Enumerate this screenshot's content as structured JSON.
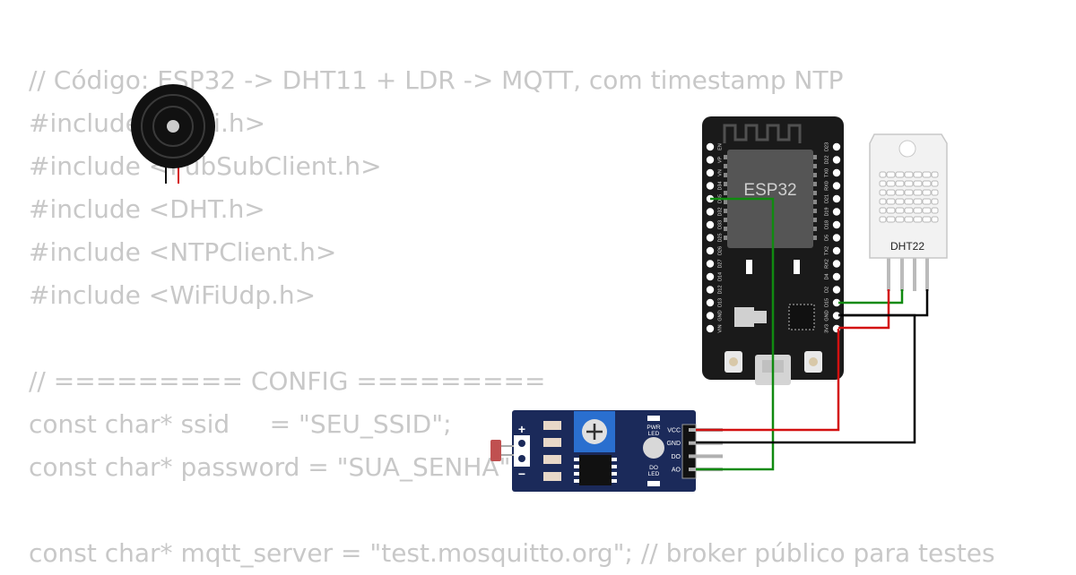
{
  "code_lines": [
    "// Código: ESP32 -> DHT11 + LDR -> MQTT, com timestamp NTP",
    "#include <WiFi.h>",
    "#include <PubSubClient.h>",
    "#include <DHT.h>",
    "#include <NTPClient.h>",
    "#include <WiFiUdp.h>",
    "",
    "// ========= CONFIG =========",
    "const char* ssid     = \"SEU_SSID\";",
    "const char* password = \"SUA_SENHA\";",
    "",
    "const char* mqtt_server = \"test.mosquitto.org\"; // broker público para testes"
  ],
  "esp32": {
    "label": "ESP32",
    "left_pins": [
      "EN",
      "VP",
      "VN",
      "D34",
      "D35",
      "D32",
      "D33",
      "D25",
      "D26",
      "D27",
      "D14",
      "D12",
      "D13",
      "GND",
      "VIN"
    ],
    "right_pins": [
      "D23",
      "D22",
      "TX0",
      "RX0",
      "D21",
      "D19",
      "D18",
      "D5",
      "TX2",
      "RX2",
      "D4",
      "D2",
      "D15",
      "GND",
      "3V3"
    ]
  },
  "dht": {
    "label": "DHT22"
  },
  "ldr": {
    "pins": [
      "VCC",
      "GND",
      "DO",
      "AO"
    ],
    "pwr_led": [
      "PWR",
      "LED"
    ],
    "do_led": [
      "DO",
      "LED"
    ],
    "plus": "+",
    "minus": "−"
  },
  "colors": {
    "board": "#1a1a1a",
    "chip": "#555555",
    "module_blue": "#1b2a5a",
    "wire_green": "#108a10",
    "wire_red": "#d31010",
    "wire_black": "#000000"
  }
}
